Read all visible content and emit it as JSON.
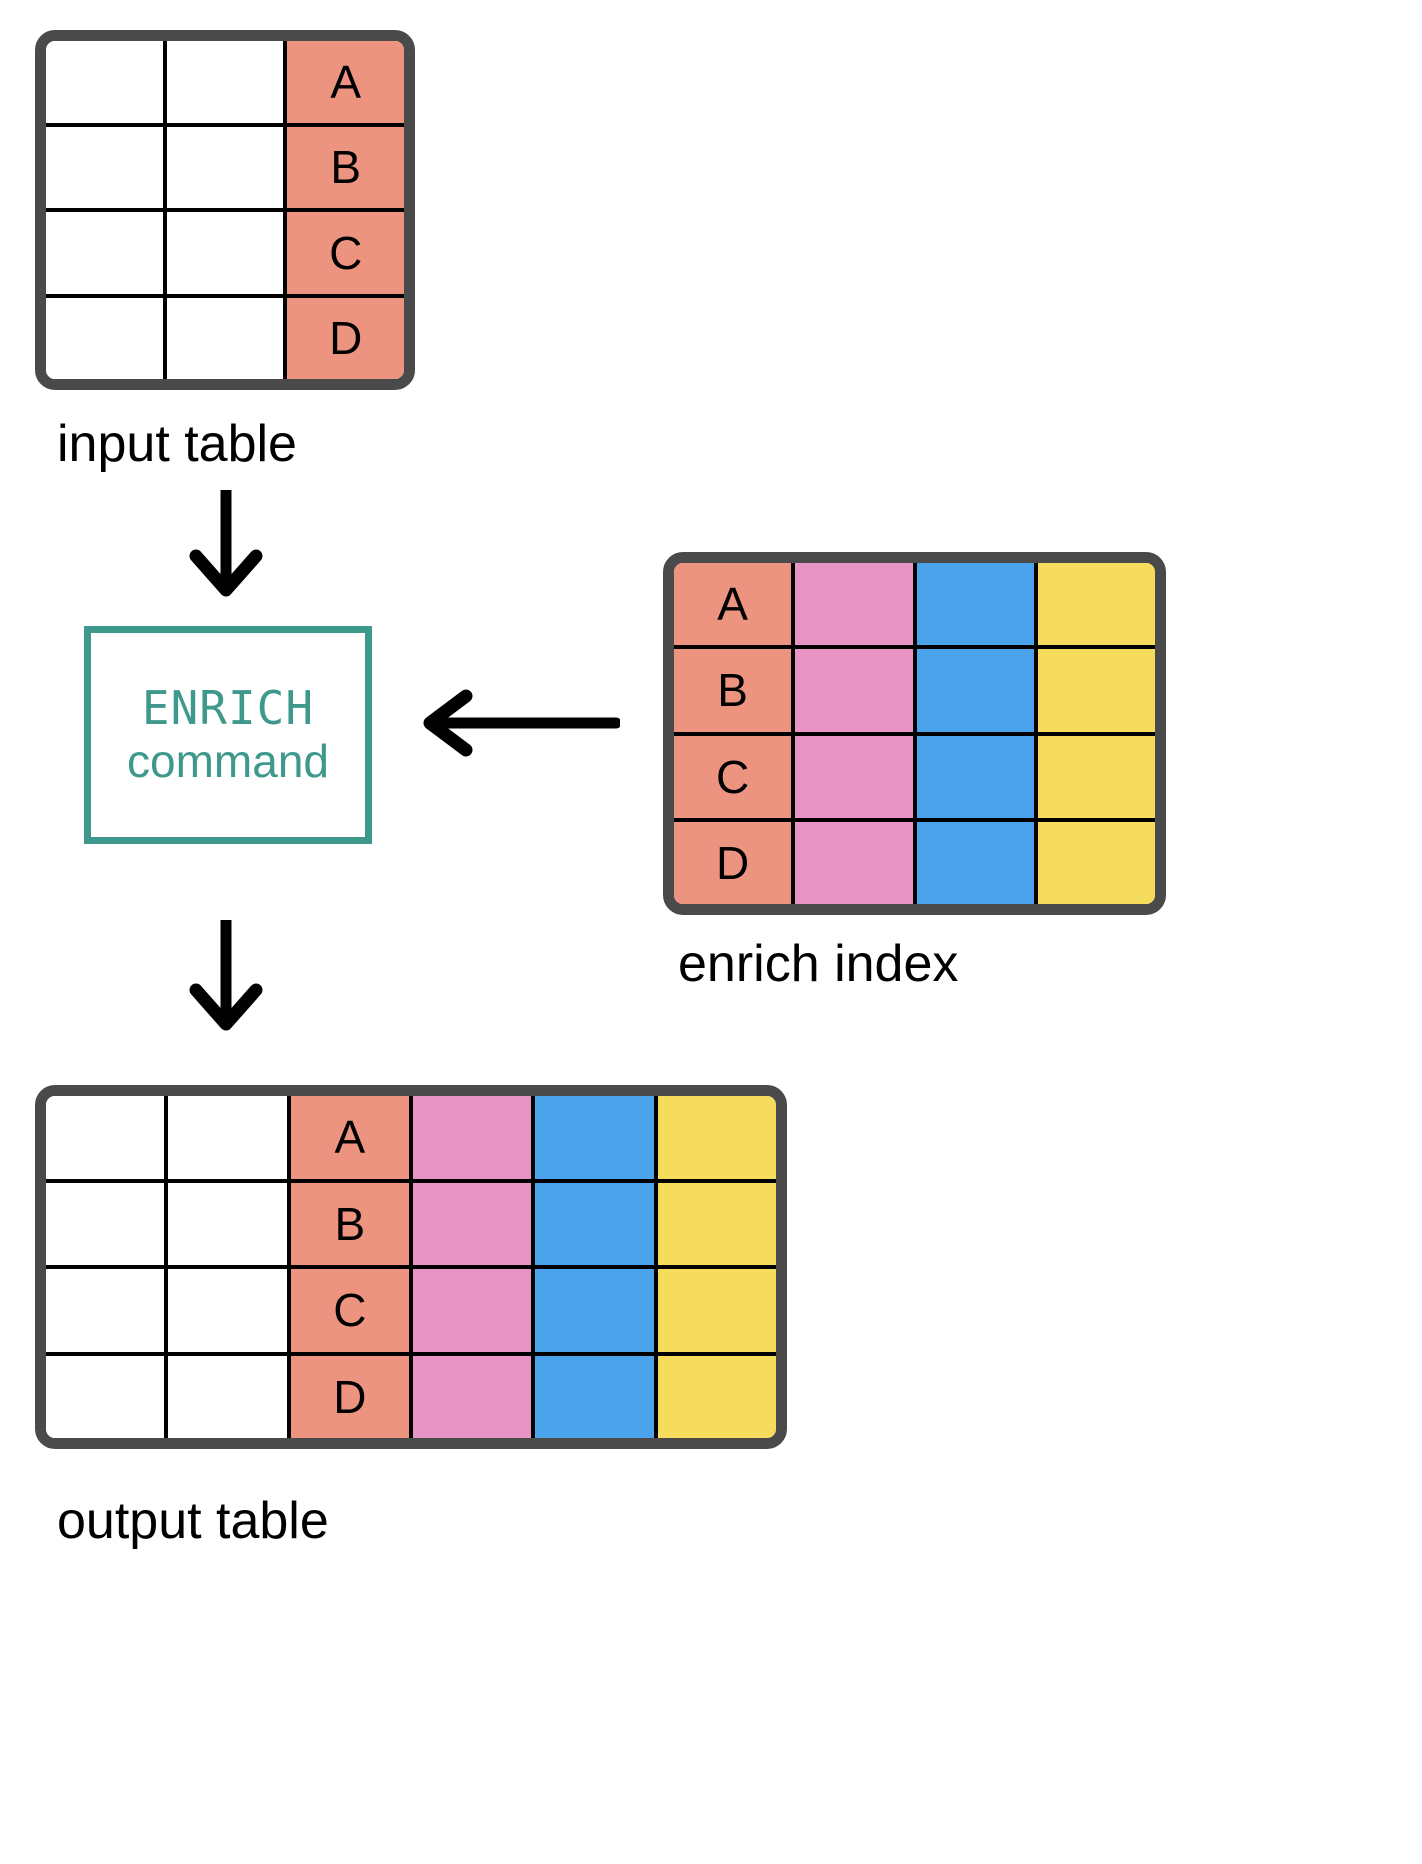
{
  "diagram": {
    "title_none": "",
    "colors": {
      "salmon": "#ec9480",
      "pink": "#e894c4",
      "blue": "#4ba3eb",
      "yellow": "#f5dc5c",
      "white": "#ffffff",
      "teal": "#3e998c",
      "border_dark": "#4a4a4a",
      "grid_line": "#000000"
    }
  },
  "input_table": {
    "caption": "input table",
    "columns": [
      {
        "name": "col-1",
        "fill": "#ffffff"
      },
      {
        "name": "col-2",
        "fill": "#ffffff"
      },
      {
        "name": "key-col",
        "fill": "#ec9480"
      }
    ],
    "rows": [
      {
        "cells": [
          "",
          "",
          "A"
        ]
      },
      {
        "cells": [
          "",
          "",
          "B"
        ]
      },
      {
        "cells": [
          "",
          "",
          "C"
        ]
      },
      {
        "cells": [
          "",
          "",
          "D"
        ]
      }
    ]
  },
  "enrich_index": {
    "caption": "enrich index",
    "columns": [
      {
        "name": "key-col",
        "fill": "#ec9480"
      },
      {
        "name": "enrich-col-1",
        "fill": "#e894c4"
      },
      {
        "name": "enrich-col-2",
        "fill": "#4ba3eb"
      },
      {
        "name": "enrich-col-3",
        "fill": "#f5dc5c"
      }
    ],
    "rows": [
      {
        "cells": [
          "A",
          "",
          "",
          ""
        ]
      },
      {
        "cells": [
          "B",
          "",
          "",
          ""
        ]
      },
      {
        "cells": [
          "C",
          "",
          "",
          ""
        ]
      },
      {
        "cells": [
          "D",
          "",
          "",
          ""
        ]
      }
    ]
  },
  "output_table": {
    "caption": "output table",
    "columns": [
      {
        "name": "col-1",
        "fill": "#ffffff"
      },
      {
        "name": "col-2",
        "fill": "#ffffff"
      },
      {
        "name": "key-col",
        "fill": "#ec9480"
      },
      {
        "name": "enrich-col-1",
        "fill": "#e894c4"
      },
      {
        "name": "enrich-col-2",
        "fill": "#4ba3eb"
      },
      {
        "name": "enrich-col-3",
        "fill": "#f5dc5c"
      }
    ],
    "rows": [
      {
        "cells": [
          "",
          "",
          "A",
          "",
          "",
          ""
        ]
      },
      {
        "cells": [
          "",
          "",
          "B",
          "",
          "",
          ""
        ]
      },
      {
        "cells": [
          "",
          "",
          "C",
          "",
          "",
          ""
        ]
      },
      {
        "cells": [
          "",
          "",
          "D",
          "",
          "",
          ""
        ]
      }
    ]
  },
  "command_box": {
    "line1": "ENRICH",
    "line2": "command"
  },
  "arrows": [
    {
      "name": "arrow-input-to-command",
      "direction": "down"
    },
    {
      "name": "arrow-command-to-output",
      "direction": "down"
    },
    {
      "name": "arrow-index-to-command",
      "direction": "left"
    }
  ]
}
